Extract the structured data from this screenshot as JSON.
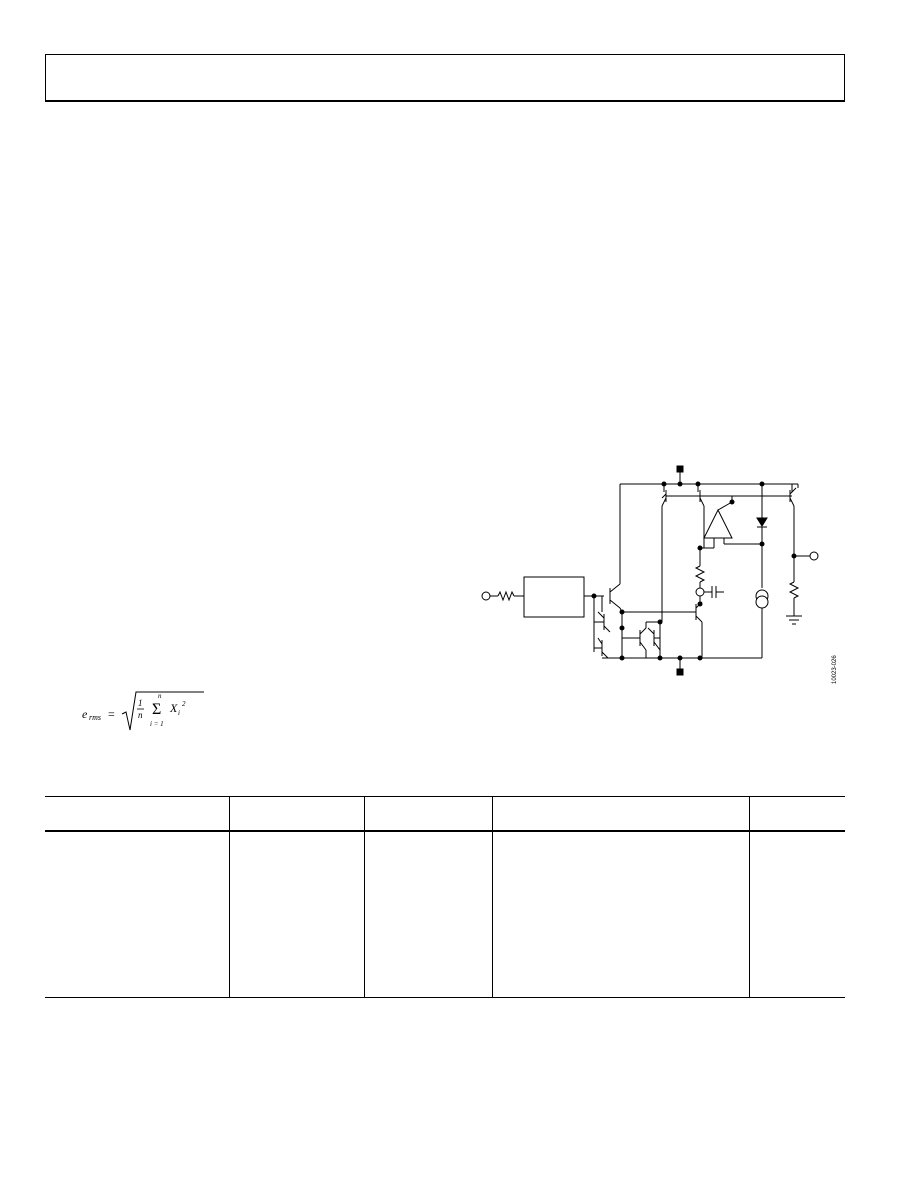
{
  "figure": {
    "id_code": "10023-026"
  },
  "equation": {
    "lhs": "e",
    "lhs_sub": "rms",
    "equals": "=",
    "frac_num": "1",
    "frac_den": "n",
    "sum_upper": "n",
    "sum_lower": "i = 1",
    "term": "X",
    "term_sub": "i",
    "term_sup": "2"
  },
  "table": {
    "headers": [
      "",
      "",
      "",
      "",
      ""
    ],
    "rows": [
      [
        "",
        "",
        "",
        "",
        ""
      ]
    ]
  }
}
